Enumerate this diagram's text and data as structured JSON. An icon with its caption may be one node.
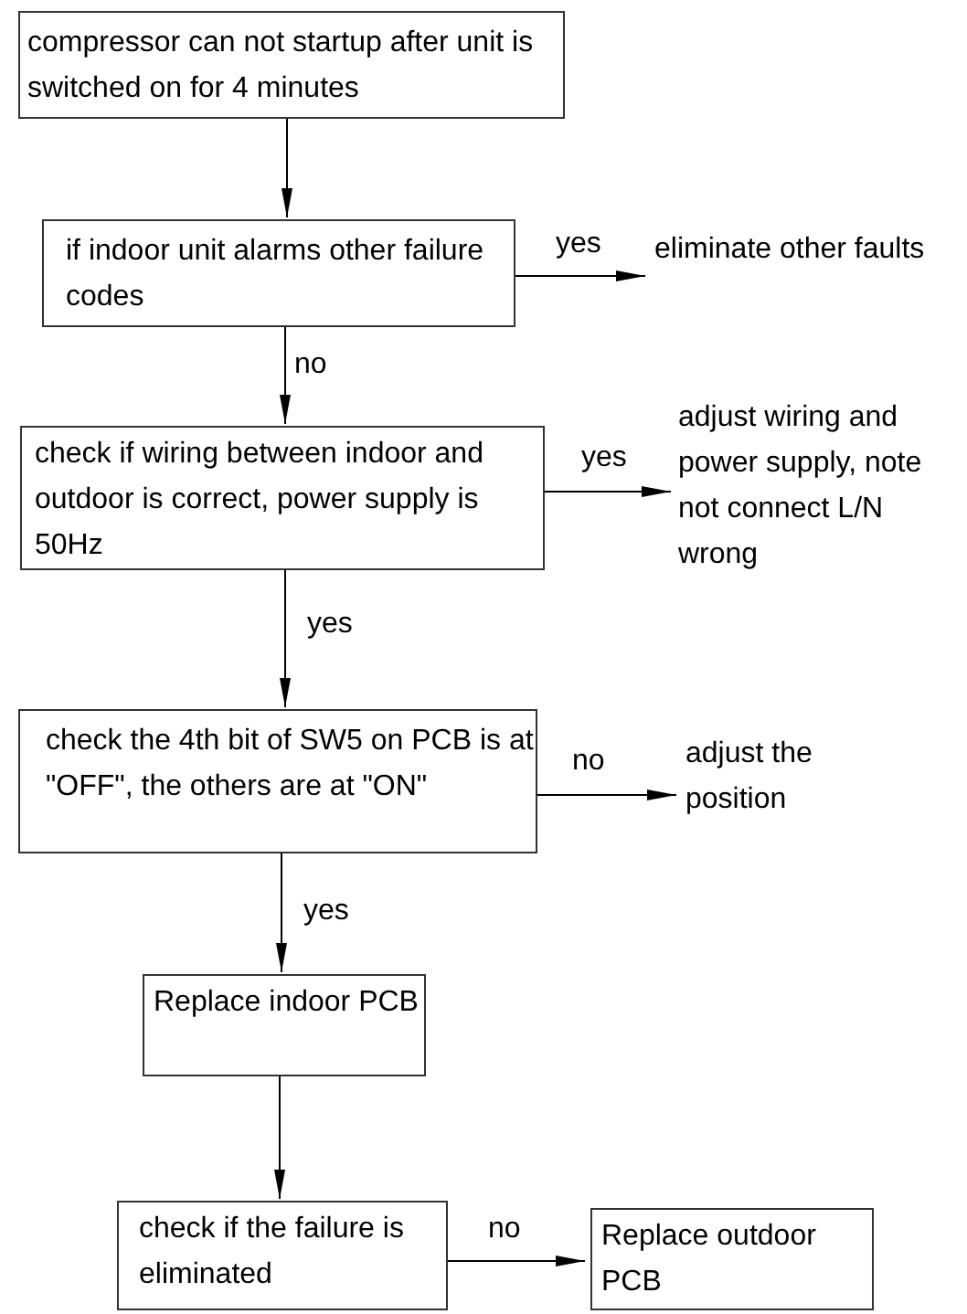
{
  "diagram": {
    "nodes": [
      {
        "text": [
          "compressor can not startup after unit is switched on for 4 minutes"
        ]
      },
      {
        "text": [
          "if indoor unit alarms other failure codes"
        ]
      },
      {
        "text": [
          "eliminate other faults"
        ]
      },
      {
        "text": [
          "check if wiring between indoor and outdoor is correct, power supply is 50Hz"
        ]
      },
      {
        "text": [
          "adjust wiring and power supply, note not connect L/N wrong"
        ]
      },
      {
        "text": [
          "check the 4th bit of SW5 on PCB is at \"OFF\", the others are at \"ON\""
        ]
      },
      {
        "text": [
          "adjust the position"
        ]
      },
      {
        "text": [
          "Replace indoor PCB"
        ]
      },
      {
        "text": [
          "check if the failure is eliminated"
        ]
      },
      {
        "text": [
          "Replace outdoor PCB"
        ]
      }
    ],
    "edges": [
      {
        "from": 0,
        "to": 1,
        "arrow": "to"
      },
      {
        "from": 1,
        "to": 2,
        "arrow": "to",
        "label": "yes"
      },
      {
        "from": 1,
        "to": 3,
        "arrow": "to",
        "label": "no"
      },
      {
        "from": 3,
        "to": 4,
        "arrow": "to",
        "label": "yes"
      },
      {
        "from": 3,
        "to": 5,
        "arrow": "to",
        "label": "yes"
      },
      {
        "from": 5,
        "to": 6,
        "arrow": "to",
        "label": "no"
      },
      {
        "from": 5,
        "to": 7,
        "arrow": "to",
        "label": "yes"
      },
      {
        "from": 7,
        "to": 8,
        "arrow": "to"
      },
      {
        "from": 8,
        "to": 9,
        "arrow": "to",
        "label": "no"
      }
    ]
  }
}
